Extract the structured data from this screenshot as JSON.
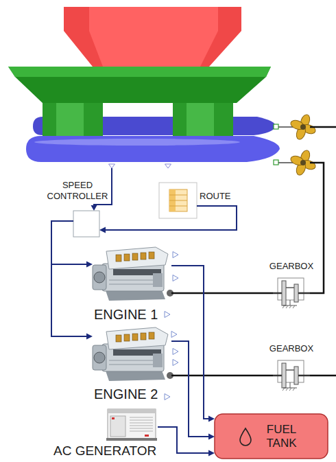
{
  "diagram": {
    "nodes": [
      {
        "text": [
          "SPEED CONTROLLER"
        ]
      },
      {
        "text": [
          "ROUTE"
        ]
      },
      {
        "text": [
          "ENGINE 1"
        ]
      },
      {
        "text": [
          "GEARBOX"
        ]
      },
      {
        "text": [
          "ENGINE 2"
        ]
      },
      {
        "text": [
          "GEARBOX"
        ]
      },
      {
        "text": [
          "AC GENERATOR"
        ]
      },
      {
        "text": [
          "FUEL TANK"
        ]
      }
    ],
    "edges": [
      {
        "from": 1,
        "to": 0,
        "arrow": "to"
      },
      {
        "from": 0,
        "to": 2,
        "arrow": "to"
      },
      {
        "from": 0,
        "to": 4,
        "arrow": "to"
      },
      {
        "from": 2,
        "to": 3,
        "arrow": "none"
      },
      {
        "from": 4,
        "to": 5,
        "arrow": "none"
      },
      {
        "from": 2,
        "to": 7,
        "arrow": "to"
      },
      {
        "from": 4,
        "to": 7,
        "arrow": "to"
      },
      {
        "from": 6,
        "to": 7,
        "arrow": "to"
      }
    ]
  }
}
